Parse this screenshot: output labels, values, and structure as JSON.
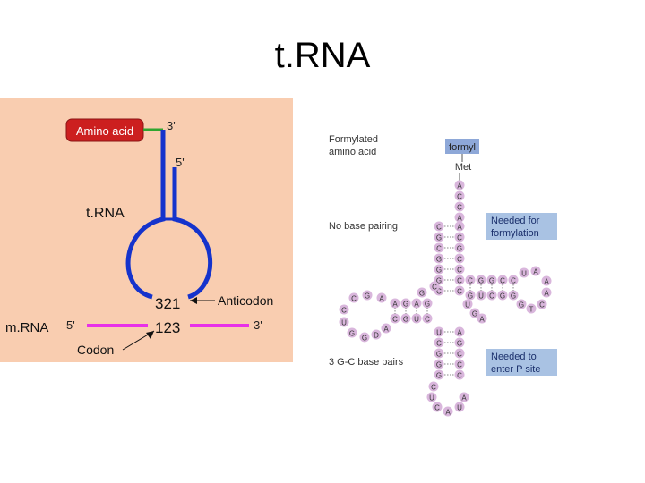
{
  "slide": {
    "title": "t.RNA"
  },
  "left_diagram": {
    "amino_acid_label": "Amino acid",
    "three_prime_top": "3'",
    "five_prime_top": "5'",
    "trna_label": "t.RNA",
    "anticodon_digits": "321",
    "anticodon_label": "Anticodon",
    "mrna_label": "m.RNA",
    "mrna_five_prime": "5'",
    "codon_digits": "123",
    "mrna_three_prime": "3'",
    "codon_label": "Codon",
    "colors": {
      "background": "#f9cdb0",
      "trna_strand": "#1533cc",
      "mrna_strand": "#e830e8",
      "amino_box": "#cc1f1f",
      "amino_stem": "#2fa52f"
    }
  },
  "right_diagram": {
    "formylated_label_line1": "Formylated",
    "formylated_label_line2": "amino acid",
    "formyl_label": "formyl",
    "met_label": "Met",
    "no_base_pairing_label": "No base pairing",
    "needed_formylation_line1": "Needed for",
    "needed_formylation_line2": "formylation",
    "needed_p_site_line1": "Needed to",
    "needed_p_site_line2": "enter P site",
    "gc_pairs_label": "3 G-C base pairs",
    "acceptor_tail": [
      "A",
      "C",
      "C",
      "A"
    ],
    "acceptor_left": [
      "C",
      "G",
      "C",
      "G",
      "G",
      "G",
      "C"
    ],
    "acceptor_right": [
      "A",
      "C",
      "G",
      "C",
      "C",
      "C",
      "C"
    ],
    "t_arm_top": [
      "C",
      "G",
      "G",
      "C",
      "C"
    ],
    "t_arm_bottom": [
      "G",
      "U",
      "C",
      "G",
      "G"
    ],
    "t_loop": [
      "U",
      "A",
      "A",
      "A",
      "C",
      "T",
      "G"
    ],
    "d_arm_top": [
      "A",
      "G",
      "A",
      "G"
    ],
    "d_arm_bottom": [
      "C",
      "G",
      "U",
      "C"
    ],
    "d_loop": [
      "C",
      "G",
      "A",
      "C",
      "U",
      "G",
      "G",
      "D",
      "A"
    ],
    "variable_loop": [
      "C",
      "G",
      "U",
      "G",
      "A"
    ],
    "anticodon_left": [
      "U",
      "C",
      "G",
      "G",
      "G"
    ],
    "anticodon_right": [
      "A",
      "G",
      "C",
      "C",
      "C"
    ],
    "anticodon_loop": [
      "C",
      "U",
      "C",
      "A",
      "U",
      "A"
    ],
    "colors": {
      "nucleotide": "#d9b6dc",
      "note_box": "#a9c2e3",
      "formyl_box": "#8ea8d8"
    }
  }
}
